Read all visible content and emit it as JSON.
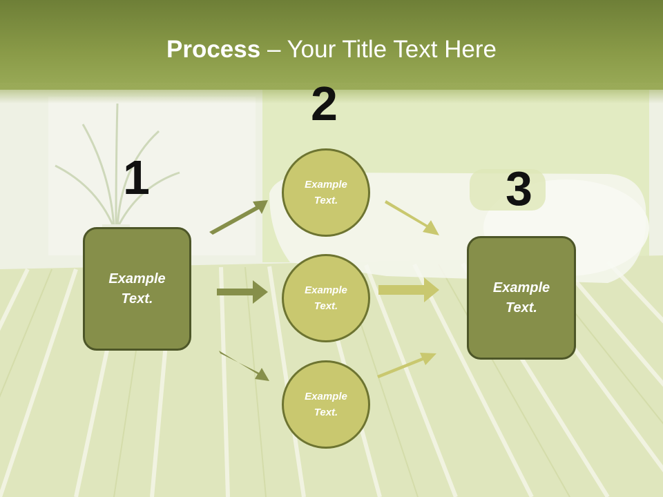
{
  "title": {
    "bold": "Process",
    "rest": " – Your Title Text Here"
  },
  "steps": {
    "one": "1",
    "two": "2",
    "three": "3"
  },
  "left_box": {
    "text": "Example Text."
  },
  "circles": [
    {
      "text": "Example Text."
    },
    {
      "text": "Example Text."
    },
    {
      "text": "Example Text."
    }
  ],
  "right_box": {
    "text": "Example Text."
  },
  "colors": {
    "header": "#8a9b48",
    "box": "#868f4a",
    "circle": "#c9c86f",
    "arrow_dark": "#868f4a",
    "arrow_light": "#c9c86f"
  }
}
